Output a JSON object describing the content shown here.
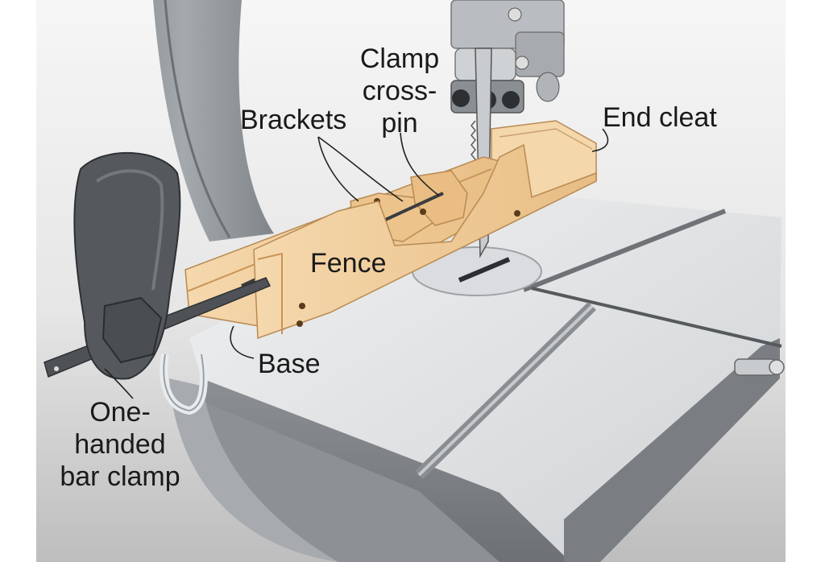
{
  "labels": {
    "clamp_cross_pin": [
      "Clamp",
      "cross-",
      "pin"
    ],
    "brackets": "Brackets",
    "end_cleat": "End cleat",
    "fence": "Fence",
    "base": "Base",
    "bar_clamp": [
      "One-",
      "handed",
      "bar clamp"
    ]
  },
  "colors": {
    "background_light": "#f4f4f4",
    "background_dark": "#c9c9c9",
    "saw_frame": "#8f9498",
    "table_top": "#e1e3e5",
    "wood_light": "#f3d3a4",
    "wood_mid": "#e6b97f",
    "wood_dark": "#c99458",
    "clamp": "#55595d"
  }
}
